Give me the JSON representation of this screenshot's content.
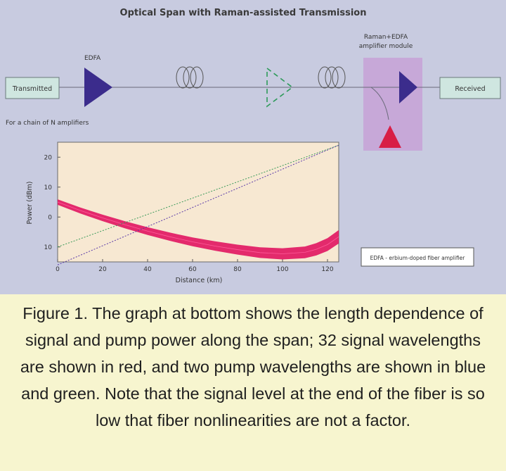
{
  "diagram": {
    "title": "Optical Span with Raman-assisted Transmission",
    "transmitter_label": "Transmitted",
    "receiver_label": "Received",
    "edfa_label": "EDFA",
    "module_label_line1": "Raman+EDFA",
    "module_label_line2": "amplifier module",
    "chain_label": "For a chain of N amplifiers",
    "legend_text": "EDFA - erbium-doped fiber amplifier"
  },
  "chart_data": {
    "type": "line",
    "xlabel": "Distance (km)",
    "ylabel": "Power (dBm)",
    "xlim": [
      0,
      125
    ],
    "ylim": [
      -15,
      25
    ],
    "xticks": [
      0,
      20,
      40,
      60,
      80,
      100,
      120
    ],
    "yticks": [
      20,
      10,
      0,
      -10
    ],
    "ytick_labels": [
      "20",
      "10",
      "0",
      "10"
    ],
    "series": [
      {
        "name": "signal",
        "color": "#e01560",
        "x": [
          0,
          10,
          20,
          30,
          40,
          50,
          60,
          70,
          80,
          90,
          100,
          110,
          115,
          120,
          125
        ],
        "y": [
          5,
          2.2,
          -0.3,
          -2.6,
          -4.7,
          -6.6,
          -8.3,
          -9.7,
          -10.9,
          -11.9,
          -12.3,
          -11.8,
          -10.8,
          -9.2,
          -6.6
        ],
        "band_width": 4.5
      },
      {
        "name": "pump-green",
        "color": "#3a9a5a",
        "x": [
          0,
          125
        ],
        "y": [
          -10,
          24
        ]
      },
      {
        "name": "pump-blue",
        "color": "#5a3aa8",
        "x": [
          0,
          125
        ],
        "y": [
          -16,
          24
        ]
      }
    ]
  },
  "caption": "Figure 1. The graph at bottom shows the length dependence of signal and pump power along the span; 32 signal wavelengths are shown in red, and two pump wavelengths are shown in blue and green. Note that the signal level at the end of the fiber is so low that fiber nonlinearities are not a factor.",
  "colors": {
    "figure_bg": "#c8cbe0",
    "plot_bg": "#f7e8d2",
    "module_bg": "#c7a8d8",
    "box_fill": "#cfe6e0",
    "edfa_fill": "#3b2c8c",
    "pump_fill": "#d81e46",
    "caption_bg": "#f7f5cf"
  }
}
